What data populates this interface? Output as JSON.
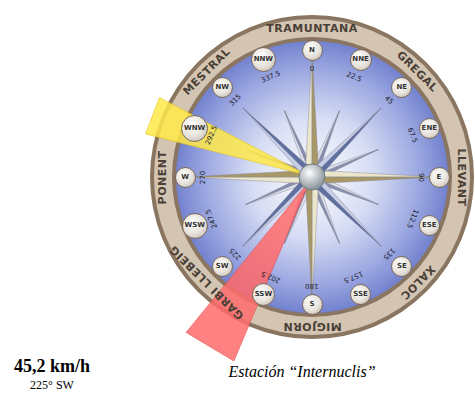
{
  "diagram": {
    "caption": "Estación “Internuclis”",
    "nodes": [
      {
        "text": [
          "N"
        ]
      },
      {
        "text": [
          "NNE"
        ]
      },
      {
        "text": [
          "NE"
        ]
      },
      {
        "text": [
          "ENE"
        ]
      },
      {
        "text": [
          "E"
        ]
      },
      {
        "text": [
          "ESE"
        ]
      },
      {
        "text": [
          "SE"
        ]
      },
      {
        "text": [
          "SSE"
        ]
      },
      {
        "text": [
          "S"
        ]
      },
      {
        "text": [
          "SSW"
        ]
      },
      {
        "text": [
          "SW"
        ]
      },
      {
        "text": [
          "WSW"
        ]
      },
      {
        "text": [
          "W"
        ]
      },
      {
        "text": [
          "WNW"
        ]
      },
      {
        "text": [
          "NW"
        ]
      },
      {
        "text": [
          "NNW"
        ]
      }
    ],
    "labels": [
      "TRAMUNTANA",
      "GREGAL",
      "LLEVANT",
      "XALOC",
      "MIGJORN",
      "GARBI LLEBEIG",
      "PONENT",
      "MESTRAL",
      "0",
      "22.5",
      "45",
      "67.5",
      "90",
      "112.5",
      "135",
      "157.5",
      "180",
      "202.5",
      "225",
      "247.5",
      "270",
      "292.5",
      "315",
      "337.5",
      "45,2 km/h",
      "225° SW"
    ]
  }
}
